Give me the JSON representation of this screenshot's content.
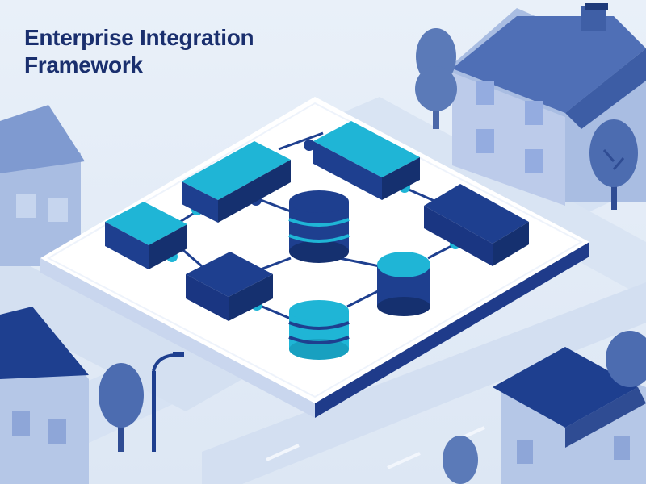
{
  "title": {
    "line1": "Enterprise Integration",
    "line2": "Framework"
  },
  "colors": {
    "background": "#e6eef8",
    "road": "#d4e1f2",
    "platform_top": "#ffffff",
    "platform_edge": "#1e3a8a",
    "navy": "#1e3f8f",
    "navy_dark": "#15306f",
    "cyan": "#1fb5d6",
    "connector": "#1e40af",
    "house_light": "#9fb6de",
    "house_roof": "#5273b8",
    "tree": "#4d6fb0"
  },
  "diagram": {
    "nodes": [
      {
        "id": "block-left-cyan",
        "shape": "block",
        "color": "cyan"
      },
      {
        "id": "block-top-cyan",
        "shape": "block",
        "color": "cyan"
      },
      {
        "id": "block-top-right-cyan",
        "shape": "block",
        "color": "cyan"
      },
      {
        "id": "block-right-navy",
        "shape": "block",
        "color": "navy"
      },
      {
        "id": "block-bottom-navy",
        "shape": "block",
        "color": "navy"
      },
      {
        "id": "database-center",
        "shape": "database",
        "color": "navy"
      },
      {
        "id": "cylinder-right",
        "shape": "cylinder",
        "color": "cyan"
      },
      {
        "id": "database-bottom",
        "shape": "database",
        "color": "cyan"
      }
    ],
    "edges": [
      [
        "block-left-cyan",
        "block-top-cyan"
      ],
      [
        "block-top-cyan",
        "block-top-right-cyan"
      ],
      [
        "block-top-right-cyan",
        "block-right-navy"
      ],
      [
        "block-right-navy",
        "cylinder-right"
      ],
      [
        "database-center",
        "cylinder-right"
      ],
      [
        "block-left-cyan",
        "block-bottom-navy"
      ],
      [
        "block-bottom-navy",
        "database-center"
      ],
      [
        "database-bottom",
        "cylinder-right"
      ]
    ]
  }
}
